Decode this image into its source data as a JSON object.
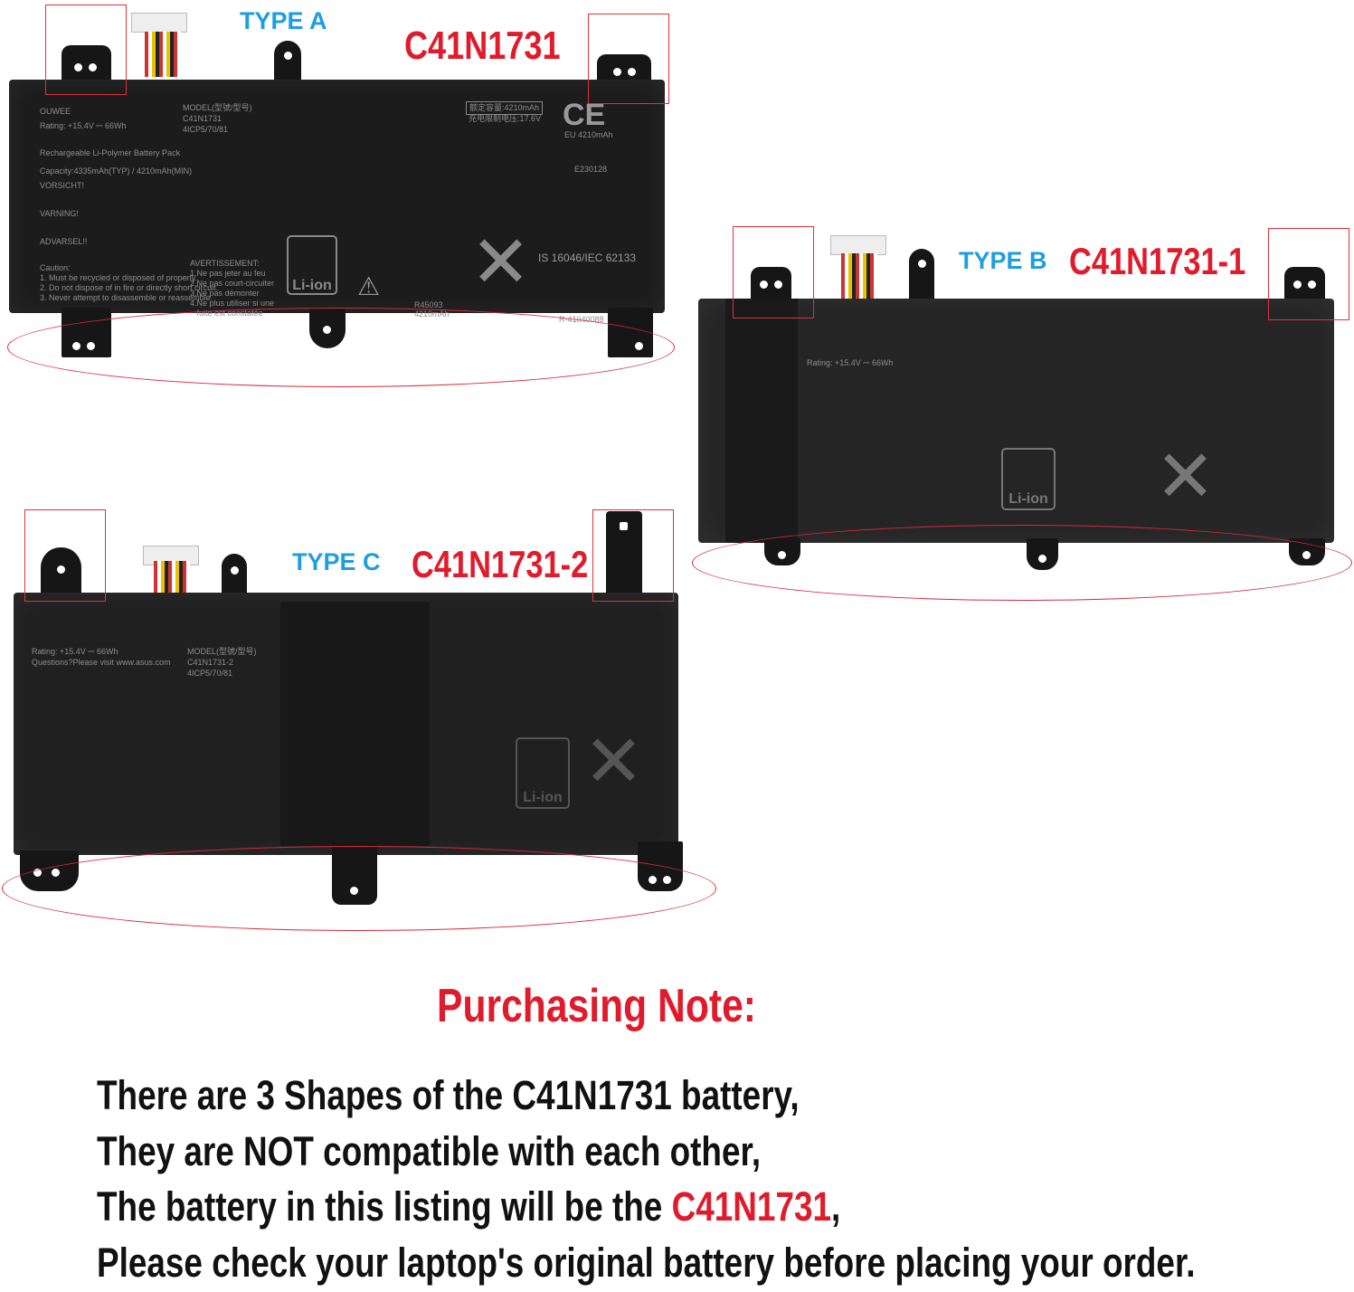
{
  "batteries": [
    {
      "type_label": "TYPE A",
      "model": "C41N1731",
      "label": {
        "brand": "OUWEE",
        "rating": "Rating: +15.4V ⎓ 66Wh",
        "model_header": "MODEL(型號/型号)",
        "model_code": "C41N1731",
        "cell_code": "4ICP5/70/81",
        "pack": "Rechargeable Li-Polymer Battery Pack",
        "capacity": "Capacity:4335mAh(TYP) / 4210mAh(MIN)",
        "warning_de": "VORSICHT!",
        "warning_sv": "VARNING!",
        "warning_da": "ADVARSEL!!",
        "caution": "Caution:\n1. Must be recycled or disposed of properly.\n2. Do not dispose of in fire or directly short circuit.\n3. Never attempt to disassemble or reassemble.",
        "avertissement": "AVERTISSEMENT:\n1.Ne pas jeter au feu\n2.Ne pas court-circuiter\n3.Ne pas démonter\n4.Ne plus utiliser si une\n   fuite est constatée",
        "rated_capacity": "额定容量:4210mAh",
        "charge_voltage": "充电限制电压:17.6V",
        "eu": "EU 4210mAh",
        "ul": "E230128",
        "standard": "IS 16046/IEC 62133",
        "reg": "R-41040088",
        "li_ion": "Li-ion",
        "r_code": "R45093",
        "r_cap": "4210mAh"
      }
    },
    {
      "type_label": "TYPE B",
      "model": "C41N1731-1",
      "label": {
        "rating": "Rating: +15.4V ⎓ 66Wh",
        "li_ion": "Li-ion"
      }
    },
    {
      "type_label": "TYPE C",
      "model": "C41N1731-2",
      "label": {
        "rating": "Rating: +15.4V ⎓ 66Wh",
        "model_header": "MODEL(型號/型号)",
        "model_code": "C41N1731-2",
        "cell_code": "4ICP5/70/81",
        "website": "Questions?Please visit www.asus.com",
        "li_ion": "Li-ion"
      }
    }
  ],
  "note": {
    "title": "Purchasing Note:",
    "line1": "There are 3 Shapes of the C41N1731 battery,",
    "line2": "They are NOT compatible with each other,",
    "line3_prefix": "The battery in this listing will be the ",
    "line3_model": "C41N1731",
    "line3_suffix": ",",
    "line4": "Please check your laptop's original battery before placing your order."
  },
  "colors": {
    "accent_red": "#e01b2b",
    "type_blue": "#1e9ee0",
    "battery_black": "#1c1c1d"
  }
}
